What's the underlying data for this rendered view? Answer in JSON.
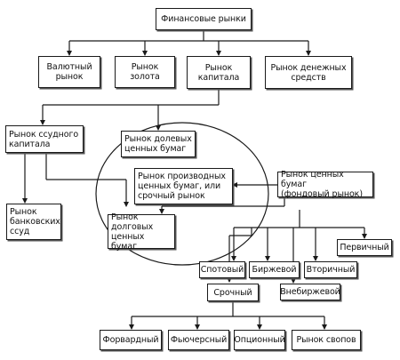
{
  "nodes": {
    "financial_markets": "Финансовые рынки",
    "currency_market": "Валютный\nрынок",
    "gold_market": "Рынок\nзолота",
    "capital_market": "Рынок\nкапитала",
    "money_market": "Рынок денежных\nсредств",
    "loan_capital_market": "Рынок ссудного\nкапитала",
    "equity_securities_market": "Рынок долевых\nценных бумаг",
    "derivatives_market": "Рынок производных\nценных бумаг, или\nсрочный рынок",
    "securities_market": "Рынок ценных бумаг\n(фондовый рынок)",
    "bank_loans_market": "Рынок\nбанковских\nссуд",
    "debt_securities_market": "Рынок\nдолговых\nценных бумаг",
    "primary": "Первичный",
    "spot": "Спотовый",
    "exchange": "Биржевой",
    "secondary": "Вторичный",
    "futures_term": "Срочный",
    "otc": "Внебиржевой",
    "forward": "Форвардный",
    "futures": "Фьючерсный",
    "options": "Опционный",
    "swaps": "Рынок свопов"
  }
}
